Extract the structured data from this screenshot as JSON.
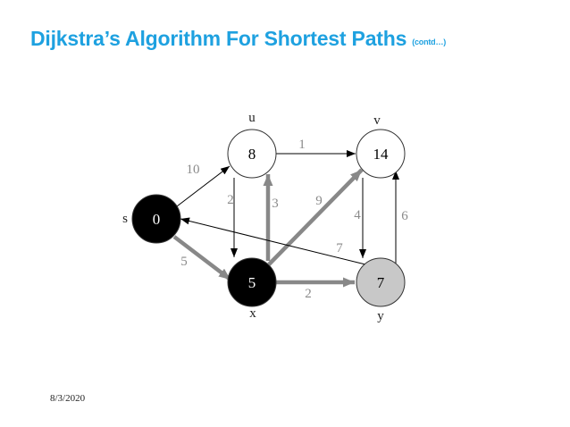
{
  "title": {
    "main": "Dijkstra’s Algorithm For Shortest Paths",
    "sub": "(contd…)"
  },
  "date": "8/3/2020",
  "colors": {
    "title": "#1ea1e0",
    "visited_fill": "#000000",
    "frontier_fill": "#c8c8c8",
    "unvisited_fill": "#ffffff",
    "tree_edge": "#888888",
    "normal_edge": "#000000"
  },
  "graph": {
    "nodes": [
      {
        "id": "s",
        "name": "s",
        "value": "0",
        "state": "visited"
      },
      {
        "id": "u",
        "name": "u",
        "value": "8",
        "state": "unvisited"
      },
      {
        "id": "v",
        "name": "v",
        "value": "14",
        "state": "unvisited"
      },
      {
        "id": "x",
        "name": "x",
        "value": "5",
        "state": "visited"
      },
      {
        "id": "y",
        "name": "y",
        "value": "7",
        "state": "frontier"
      }
    ],
    "edges": [
      {
        "from": "s",
        "to": "u",
        "weight": "10",
        "tree": false
      },
      {
        "from": "s",
        "to": "x",
        "weight": "5",
        "tree": true
      },
      {
        "from": "u",
        "to": "v",
        "weight": "1",
        "tree": false
      },
      {
        "from": "u",
        "to": "x",
        "weight": "2",
        "tree": false
      },
      {
        "from": "x",
        "to": "u",
        "weight": "3",
        "tree": true
      },
      {
        "from": "x",
        "to": "v",
        "weight": "9",
        "tree": true
      },
      {
        "from": "v",
        "to": "y",
        "weight": "4",
        "tree": false
      },
      {
        "from": "y",
        "to": "v",
        "weight": "6",
        "tree": false
      },
      {
        "from": "y",
        "to": "s",
        "weight": "7",
        "tree": false
      },
      {
        "from": "x",
        "to": "y",
        "weight": "2",
        "tree": true
      }
    ]
  }
}
